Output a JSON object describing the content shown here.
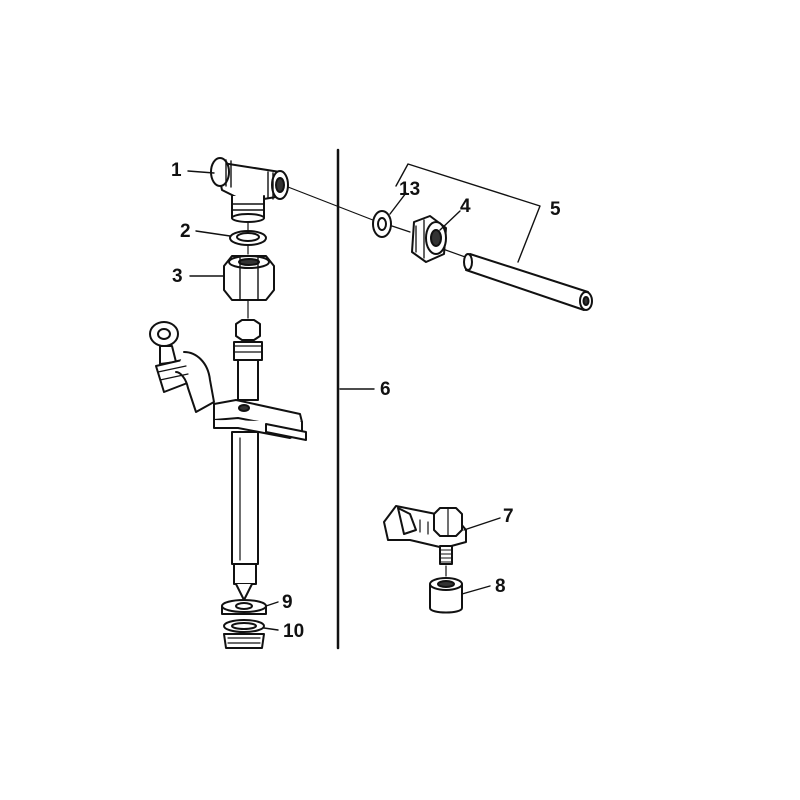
{
  "callouts": {
    "c1": "1",
    "c2": "2",
    "c3": "3",
    "c4": "4",
    "c5": "5",
    "c6": "6",
    "c7": "7",
    "c8": "8",
    "c9": "9",
    "c10": "10",
    "c13": "13"
  },
  "colors": {
    "ink": "#111111",
    "fill": "#ffffff",
    "shade": "#bbbbbb"
  }
}
